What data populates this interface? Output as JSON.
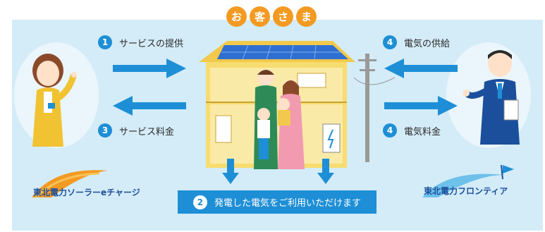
{
  "customer": [
    "お",
    "客",
    "さ",
    "ま"
  ],
  "flows": {
    "service_provision": {
      "num": "1",
      "label": "サービスの提供"
    },
    "service_fee": {
      "num": "3",
      "label": "サービス料金"
    },
    "electricity_supply": {
      "num": "4",
      "label": "電気の供給"
    },
    "electricity_fee": {
      "num": "4",
      "label": "電気料金"
    }
  },
  "bottom": {
    "num": "2",
    "label": "発電した電気をご利用いただけます"
  },
  "logos": {
    "left": "東北電力ソーラーeチャージ",
    "right": "東北電力フロンティア"
  },
  "colors": {
    "panel": "#d4ecf8",
    "accent_blue": "#1e8fd6",
    "customer_orange": "#f39a22",
    "house_yellow": "#f7dc6f"
  }
}
